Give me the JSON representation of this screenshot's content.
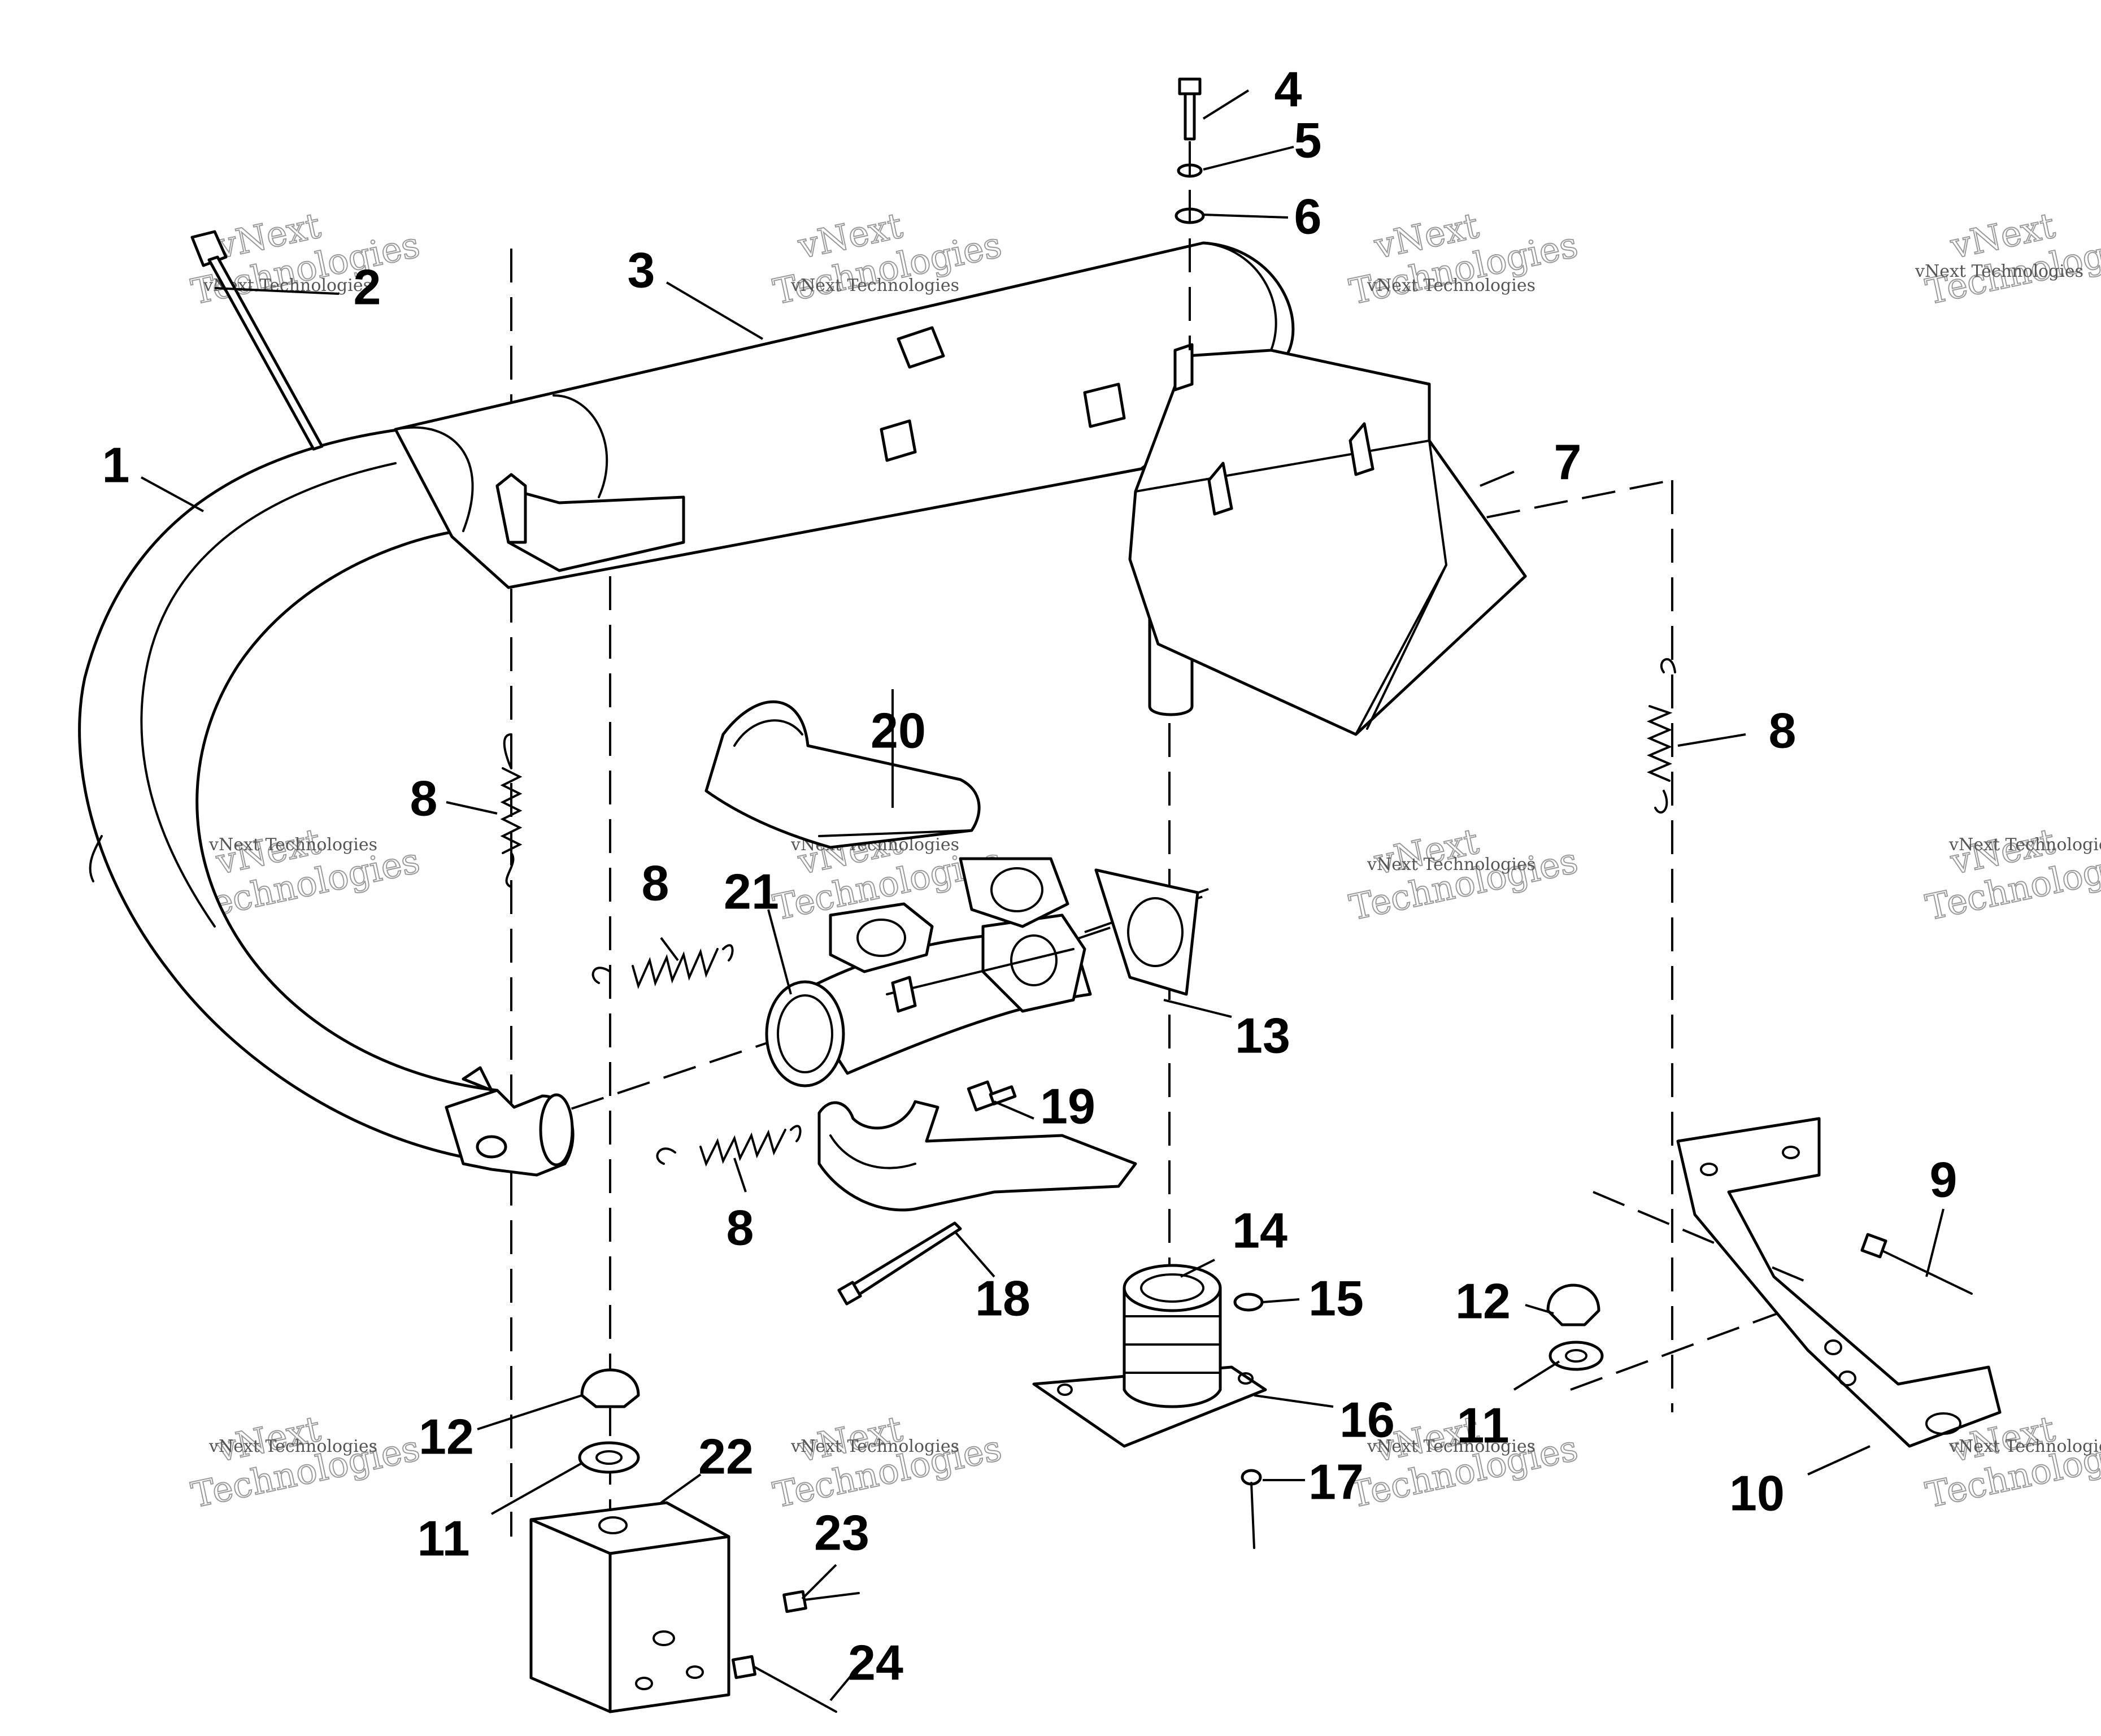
{
  "watermark": {
    "line1": "vNext",
    "line2": "Technologies",
    "small": "vNext Technologies"
  },
  "callouts": {
    "c1": "1",
    "c2": "2",
    "c3": "3",
    "c4": "4",
    "c5": "5",
    "c6": "6",
    "c7": "7",
    "c8a": "8",
    "c8b": "8",
    "c8c": "8",
    "c8d": "8",
    "c9": "9",
    "c10": "10",
    "c11a": "11",
    "c11b": "11",
    "c12a": "12",
    "c12b": "12",
    "c13": "13",
    "c14": "14",
    "c15": "15",
    "c16": "16",
    "c17": "17",
    "c18": "18",
    "c19": "19",
    "c20": "20",
    "c21": "21",
    "c22": "22",
    "c23": "23",
    "c24": "24"
  }
}
